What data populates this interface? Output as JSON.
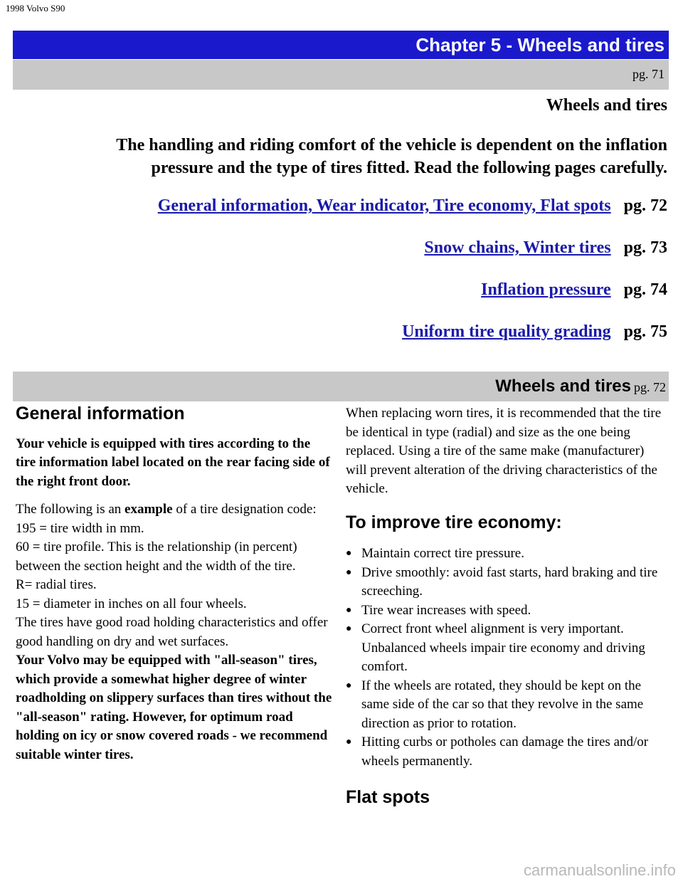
{
  "doc_title": "1998 Volvo S90",
  "chapter_title": "Chapter 5 - Wheels and tires",
  "page_number": "pg. 71",
  "section_heading": "Wheels and tires",
  "intro_line1": "The handling and riding comfort of the vehicle is dependent on the inflation",
  "intro_line2": "pressure and the type of tires fitted. Read the following pages carefully.",
  "toc": [
    {
      "label": "General information, Wear indicator, Tire economy, Flat spots",
      "page": "pg. 72"
    },
    {
      "label": "Snow chains, Winter tires",
      "page": "pg. 73"
    },
    {
      "label": "Inflation pressure",
      "page": "pg. 74"
    },
    {
      "label": "Uniform tire quality grading",
      "page": "pg. 75"
    }
  ],
  "subsection_bar": {
    "title": "Wheels and tires",
    "page": "pg. 72"
  },
  "left_column": {
    "heading": "General information",
    "bold_intro": "Your vehicle is equipped with tires according to the tire information label located on the rear facing side of the right front door.",
    "example_prefix": "The following is an ",
    "example_bold": "example",
    "example_suffix": " of a tire designation code:",
    "lines": [
      "195 = tire width in mm.",
      "60 = tire profile. This is the relationship (in percent) between the section height and the width of the tire.",
      "R= radial tires.",
      "15 = diameter in inches on all four wheels.",
      "The tires have good road holding characteristics and offer good handling on dry and wet surfaces."
    ],
    "bold_outro": "Your Volvo may be equipped with \"all-season\" tires, which provide a somewhat higher degree of winter roadholding on slippery surfaces than tires without the \"all-season\" rating. However, for optimum road holding on icy or snow covered roads - we recommend suitable winter tires."
  },
  "right_column": {
    "intro": "When replacing worn tires, it is recommended that the tire be identical in type (radial) and size as the one being replaced. Using a tire of the same make (manufacturer) will prevent alteration of the driving characteristics of the vehicle.",
    "heading_economy": "To improve tire economy:",
    "bullets": [
      "Maintain correct tire pressure.",
      "Drive smoothly: avoid fast starts, hard braking and tire screeching.",
      "Tire wear increases with speed.",
      "Correct front wheel alignment is very important. Unbalanced wheels impair tire economy and driving comfort.",
      "If the wheels are rotated, they should be kept on the same side of the car so that they revolve in the same direction as prior to rotation.",
      "Hitting curbs or potholes can damage the tires and/or wheels permanently."
    ],
    "heading_flat": "Flat spots",
    "bullet_glyph": "●"
  },
  "watermark": "carmanualsonline.info",
  "colors": {
    "chapter_bar": "#1a1acc",
    "grey_bar": "#c8c8c8",
    "link": "#1a1aaa"
  }
}
